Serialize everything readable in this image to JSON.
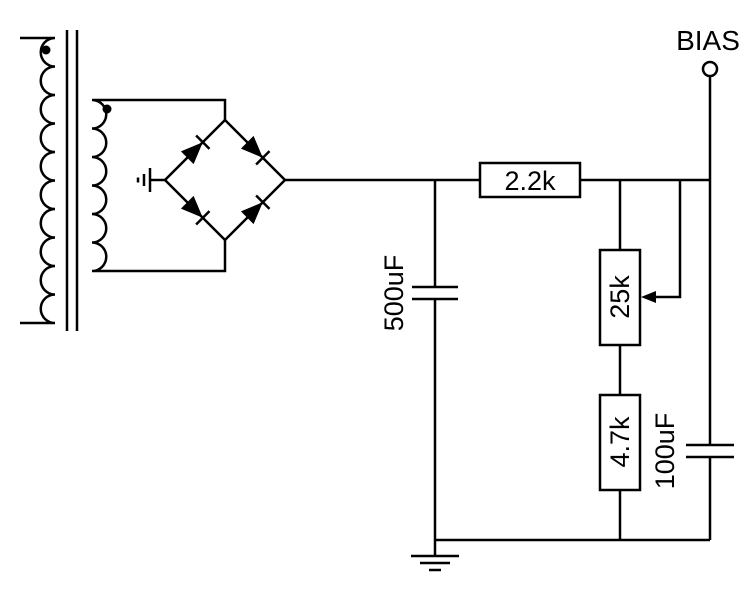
{
  "schematic": {
    "output_label": "BIAS",
    "components": {
      "series_resistor": "2.2k",
      "potentiometer": "25k",
      "bleed_resistor": "4.7k",
      "filter_capacitor": "500uF",
      "output_capacitor": "100uF"
    },
    "colors": {
      "line": "#000000",
      "background": "#ffffff"
    }
  }
}
